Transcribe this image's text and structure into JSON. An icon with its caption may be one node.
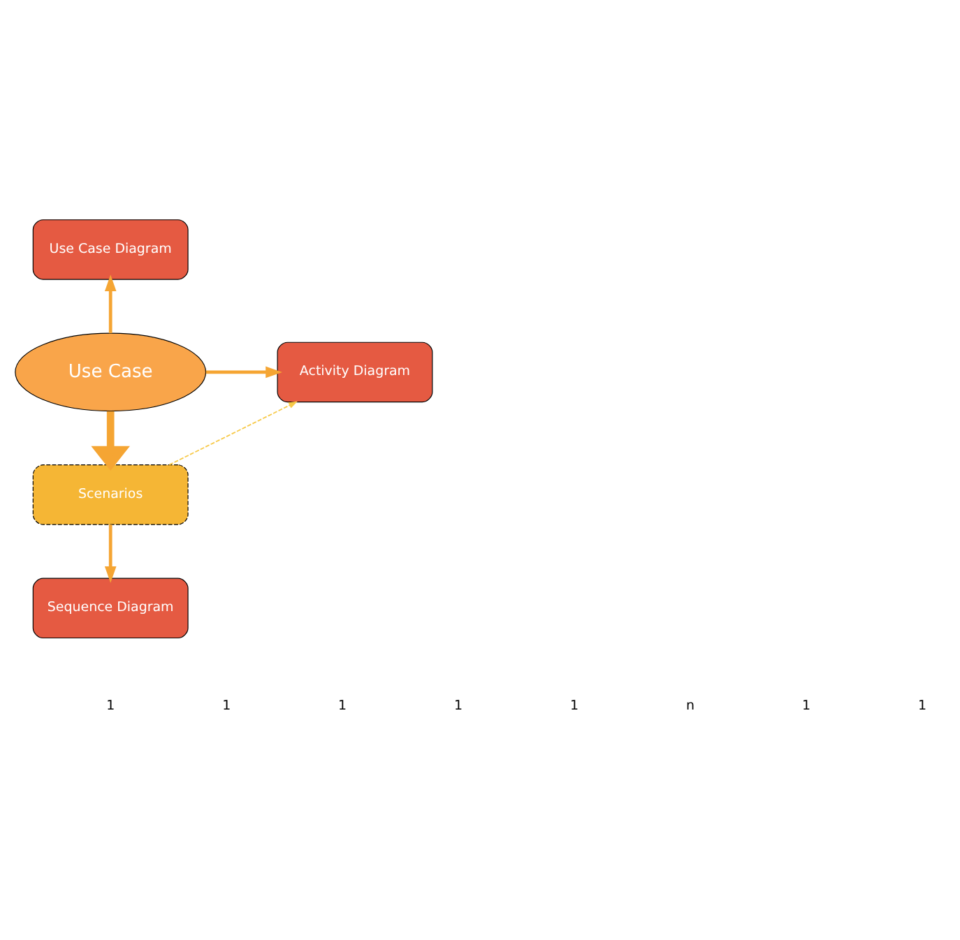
{
  "diagram": {
    "nodes": [
      {
        "text": [
          "Use Case Diagram"
        ]
      },
      {
        "text": [
          "Use Case"
        ]
      },
      {
        "text": [
          "Activity Diagram"
        ]
      },
      {
        "text": [
          "Scenarios"
        ]
      },
      {
        "text": [
          "Sequence Diagram"
        ]
      }
    ],
    "edges": [
      {
        "from": 1,
        "to": 0,
        "arrow": "to"
      },
      {
        "from": 1,
        "to": 2,
        "arrow": "to"
      },
      {
        "from": 1,
        "to": 3,
        "arrow": "to",
        "style": "thick"
      },
      {
        "from": 3,
        "to": 4,
        "arrow": "to"
      },
      {
        "from": 3,
        "to": 2,
        "arrow": "to",
        "style": "dashed",
        "color": "#f7c948"
      }
    ],
    "labels": [
      "1",
      "1",
      "1",
      "1",
      "1",
      "n",
      "1",
      "1"
    ]
  }
}
